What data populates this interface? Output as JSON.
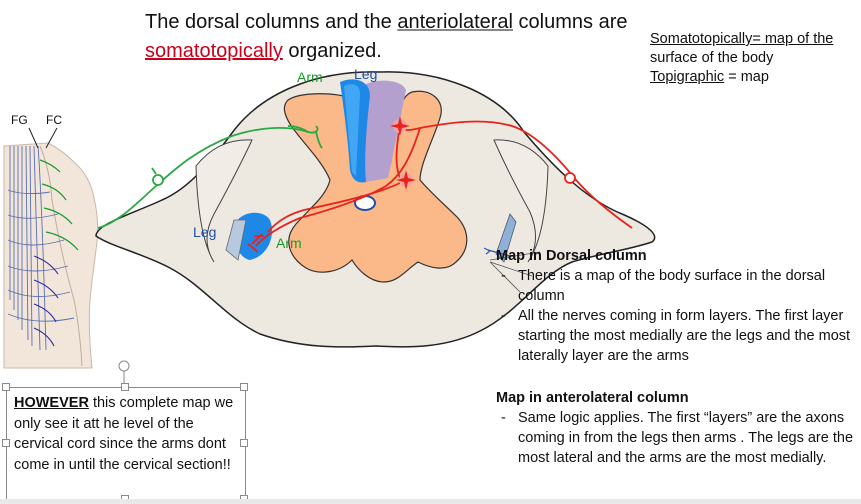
{
  "title": {
    "line1_part1": "The dorsal columns and the ",
    "line1_part2": "anteriolateral",
    "line1_part3": " columns are",
    "line2_red": "somatotopically",
    "line2_rest": " organized."
  },
  "definitions": {
    "line1": "Somatotopically= map of the",
    "line2": "surface of the body",
    "line3_word": "Topigraphic",
    "line3_rest": " = map"
  },
  "diagram_labels": {
    "arm_top": "Arm",
    "leg_top": "Leg",
    "leg_left": "Leg",
    "arm_left": "Arm",
    "fg": "FG",
    "fc": "FC"
  },
  "notes": {
    "dorsal_heading": "Map in Dorsal column",
    "dorsal_items": [
      "There is a map of the body surface in the dorsal column",
      "All the nerves coming in form layers. The first layer starting the most medially are the legs and the most laterally layer are the arms"
    ],
    "antero_heading": "Map in anterolateral column",
    "antero_items": [
      "Same logic applies. The first “layers” are the axons coming in from the legs then arms . The legs are the most lateral and the arms are the most medially."
    ]
  },
  "however": {
    "bold": "HOWEVER",
    "text": " this complete map we only see it att he level of the cervical cord since the arms dont come in until the cervical section!!"
  },
  "colors": {
    "grey_matter": "#fbb989",
    "white_matter": "#ede9e1",
    "fasciculus_gracilis": "#b3a0cf",
    "dorsal_column_blue": "#1e88e6",
    "tract_green": "#2aa843",
    "tract_red": "#e8231c",
    "title_red": "#c9001a"
  }
}
